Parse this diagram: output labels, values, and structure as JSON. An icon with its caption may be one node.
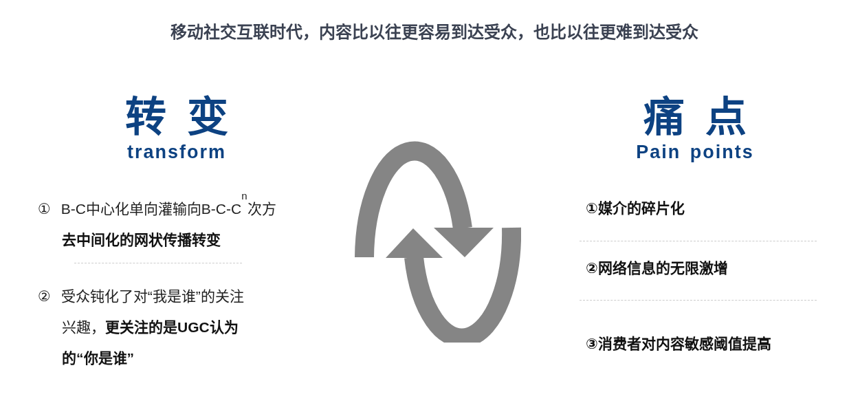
{
  "diagram": {
    "title": "移动社交互联时代，内容比以往更容易到达受众，也比以往更难到达受众",
    "labels": [
      "转 变",
      "transform",
      "痛 点",
      "Pain points",
      "① B-C中心化单向灌输向B-C-C$^{n}$次方**去中间化的网状传播转变**",
      "② 受众钝化了对“我是谁”的关注兴趣，**更关注的是UGC认为的“你是谁”**",
      "①媒介的碎片化",
      "②网络信息的无限激增",
      "③消费者对内容敏感阈值提高"
    ]
  }
}
